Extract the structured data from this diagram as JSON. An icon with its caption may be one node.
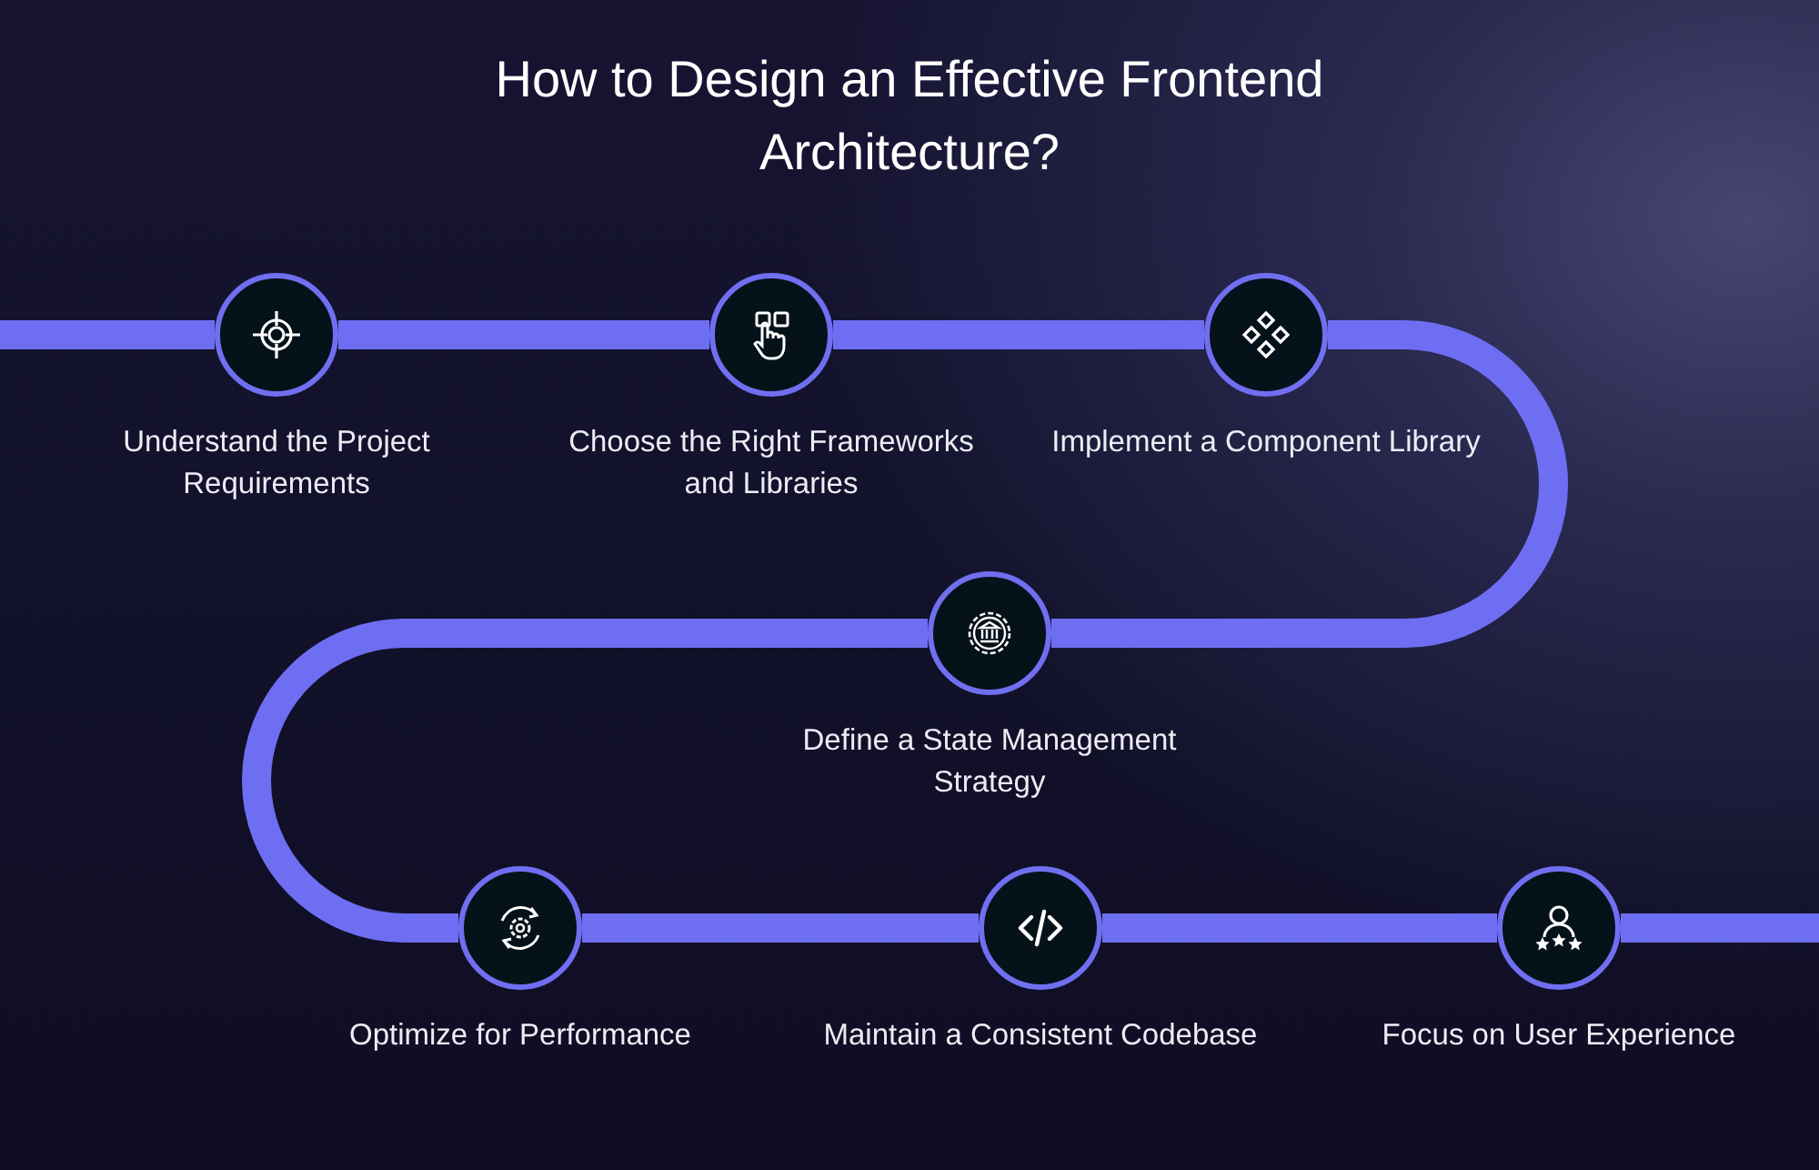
{
  "diagram": {
    "title": "How to Design an Effective Frontend Architecture?",
    "nodes": [
      {
        "text": [],
        "shape": "circle",
        "beside": [
          "Understand the Project Requirements"
        ]
      },
      {
        "text": [],
        "shape": "circle",
        "beside": [
          "Choose the Right Frameworks and Libraries"
        ]
      },
      {
        "text": [],
        "shape": "circle",
        "beside": [
          "Implement a Component Library"
        ]
      },
      {
        "text": [],
        "shape": "circle",
        "beside": [
          "Define a State Management Strategy"
        ]
      },
      {
        "text": [],
        "shape": "circle",
        "beside": [
          "Optimize for Performance"
        ]
      },
      {
        "text": [],
        "shape": "circle",
        "beside": [
          "Maintain a Consistent Codebase"
        ]
      },
      {
        "text": [],
        "shape": "circle",
        "beside": [
          "Focus on User Experience"
        ]
      }
    ],
    "edges": [
      {
        "from": null,
        "to": 0,
        "arrow": "none"
      },
      {
        "from": 0,
        "to": 1,
        "arrow": "none"
      },
      {
        "from": 1,
        "to": 2,
        "arrow": "none"
      },
      {
        "from": 2,
        "to": 3,
        "arrow": "none"
      },
      {
        "from": 3,
        "to": 4,
        "arrow": "none"
      },
      {
        "from": 4,
        "to": 5,
        "arrow": "none"
      },
      {
        "from": 5,
        "to": 6,
        "arrow": "none"
      },
      {
        "from": 6,
        "to": null,
        "arrow": "none"
      }
    ]
  }
}
